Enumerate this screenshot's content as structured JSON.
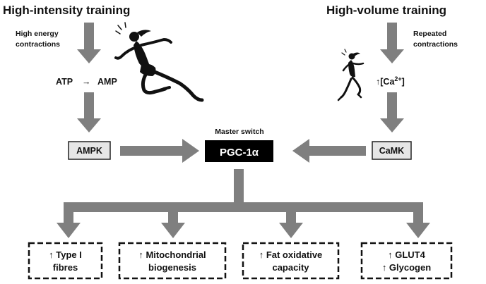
{
  "left": {
    "title": "High-intensity training",
    "stimulus_line1": "High energy",
    "stimulus_line2": "contractions",
    "energy_from": "ATP",
    "energy_arrow": "→",
    "energy_to": "AMP",
    "sensor": "AMPK",
    "figure_icon": "sprinting-woman-icon"
  },
  "right": {
    "title": "High-volume training",
    "stimulus_line1": "Repeated",
    "stimulus_line2": "contractions",
    "calcium_prefix": "↑[Ca",
    "calcium_sup": "2+",
    "calcium_suffix": "]",
    "sensor": "CaMK",
    "figure_icon": "running-woman-icon"
  },
  "center": {
    "caption": "Master switch",
    "hub": "PGC-1α"
  },
  "outcomes": [
    {
      "line1": "↑ Type I",
      "line2": "fibres"
    },
    {
      "line1": "↑ Mitochondrial",
      "line2": "biogenesis"
    },
    {
      "line1": "↑ Fat oxidative",
      "line2": "capacity"
    },
    {
      "line1": "↑ GLUT4",
      "line2": "↑ Glycogen"
    }
  ],
  "colors": {
    "arrow": "#7f7f7f",
    "sensor_fill": "#e6e6e6",
    "hub_fill": "#000000",
    "hub_text": "#ffffff"
  }
}
